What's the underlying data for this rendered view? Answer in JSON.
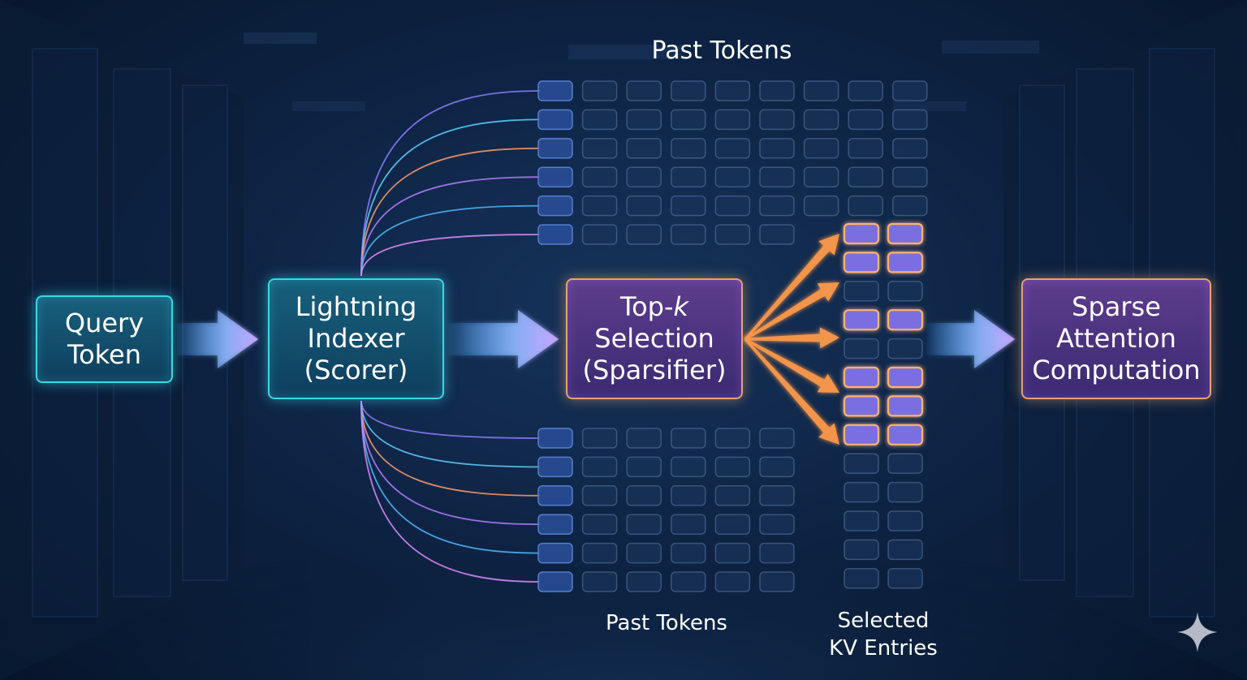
{
  "boxes": {
    "query": [
      "Query",
      "Token"
    ],
    "indexer": [
      "Lightning",
      "Indexer",
      "(Scorer)"
    ],
    "topk": {
      "top_prefix": "Top-",
      "top_k": "k",
      "line2": "Selection",
      "line3": "(Sparsifier)"
    },
    "sparse": [
      "Sparse",
      "Attention",
      "Computation"
    ]
  },
  "labels": {
    "past_tokens_top": "Past Tokens",
    "past_tokens_bottom": "Past Tokens",
    "selected_kv": [
      "Selected",
      "KV Entries"
    ]
  },
  "grid": {
    "top_row_lengths": [
      9,
      9,
      9,
      9,
      9,
      6
    ],
    "bottom_row_lengths": [
      6,
      6,
      6,
      6,
      6,
      6
    ],
    "selected_rows": [
      true,
      true,
      false,
      true,
      false,
      true,
      true,
      true,
      false,
      false,
      false,
      false,
      false
    ]
  },
  "icons": {
    "arrows": "flow-arrow-icon",
    "sparkle": "sparkle-star-icon"
  },
  "colors": {
    "cyan": "#38d8e6",
    "purple": "#7a55c8",
    "orange": "#ff9a4a",
    "cell_border": "#6a8ab8",
    "selected_fill": "#7a6fe0"
  }
}
